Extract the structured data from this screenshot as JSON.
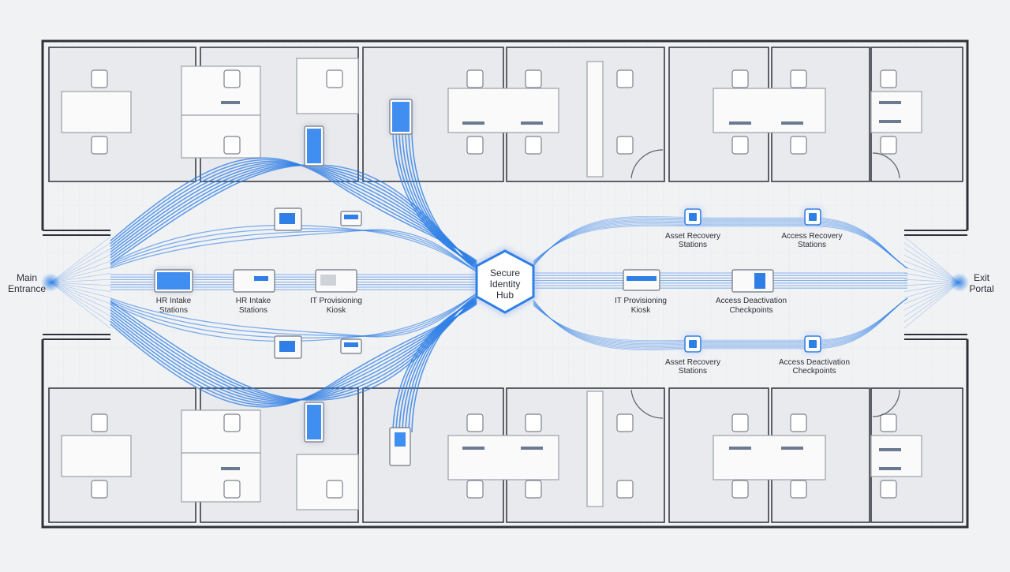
{
  "endpoints": {
    "entrance": [
      "Main",
      "Entrance"
    ],
    "exit": [
      "Exit",
      "Portal"
    ]
  },
  "hub": [
    "Secure",
    "Identity",
    "Hub"
  ],
  "onboarding_labels": {
    "hr_wide": [
      "HR Intake",
      "Stations"
    ],
    "hr_intake": [
      "HR Intake",
      "Stations"
    ],
    "it_kiosk": [
      "IT Provisioning",
      "Kiosk"
    ]
  },
  "offboarding_labels": {
    "asset_top_left": [
      "Asset Recovery",
      "Stations"
    ],
    "asset_top_right": [
      "Access Recovery",
      "Stations"
    ],
    "it_kiosk": [
      "IT Provisioning",
      "Kiosk"
    ],
    "deactivation_mid": [
      "Access Deactivation",
      "Checkpoints"
    ],
    "asset_bottom_left": [
      "Asset Recovery",
      "Stations"
    ],
    "deactivation_bottom": [
      "Access Deactivation",
      "Checkpoints"
    ]
  },
  "colors": {
    "flow": "#2f7fe6",
    "glow": "#3a8dff",
    "wall": "#2e3138",
    "room": "#e9eaed",
    "furniture": "#fafafb",
    "furniture_stroke": "#9aa0a8",
    "grid": "#e2e4e8"
  }
}
